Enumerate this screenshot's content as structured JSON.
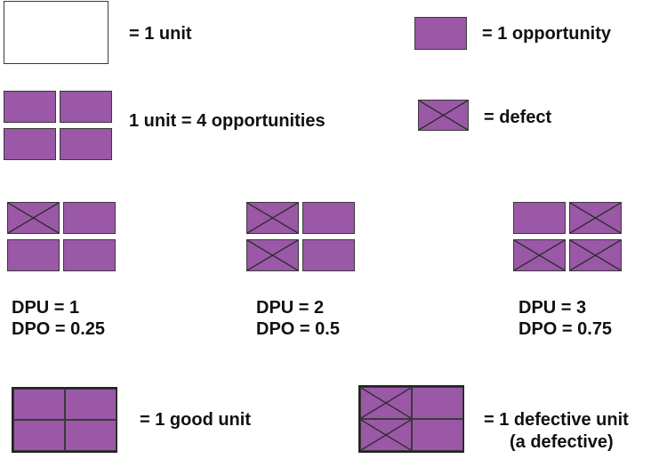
{
  "colors": {
    "opportunity_fill": "#9a58a6",
    "border": "#3a3a3a"
  },
  "legend": {
    "unit": "= 1 unit",
    "opportunity": "= 1 opportunity",
    "unit_opportunities": "1 unit = 4 opportunities",
    "defect": "= defect"
  },
  "examples": [
    {
      "dpu": "DPU = 1",
      "dpo": "DPO = 0.25",
      "defects": [
        true,
        false,
        false,
        false
      ]
    },
    {
      "dpu": "DPU = 2",
      "dpo": "DPO = 0.5",
      "defects": [
        true,
        false,
        true,
        false
      ]
    },
    {
      "dpu": "DPU = 3",
      "dpo": "DPO = 0.75",
      "defects": [
        false,
        true,
        true,
        true
      ]
    }
  ],
  "bottom": {
    "good_unit": "= 1 good unit",
    "defective_unit_line1": "= 1 defective unit",
    "defective_unit_line2": "(a defective)",
    "defective_defects": [
      true,
      false,
      true,
      false
    ]
  }
}
